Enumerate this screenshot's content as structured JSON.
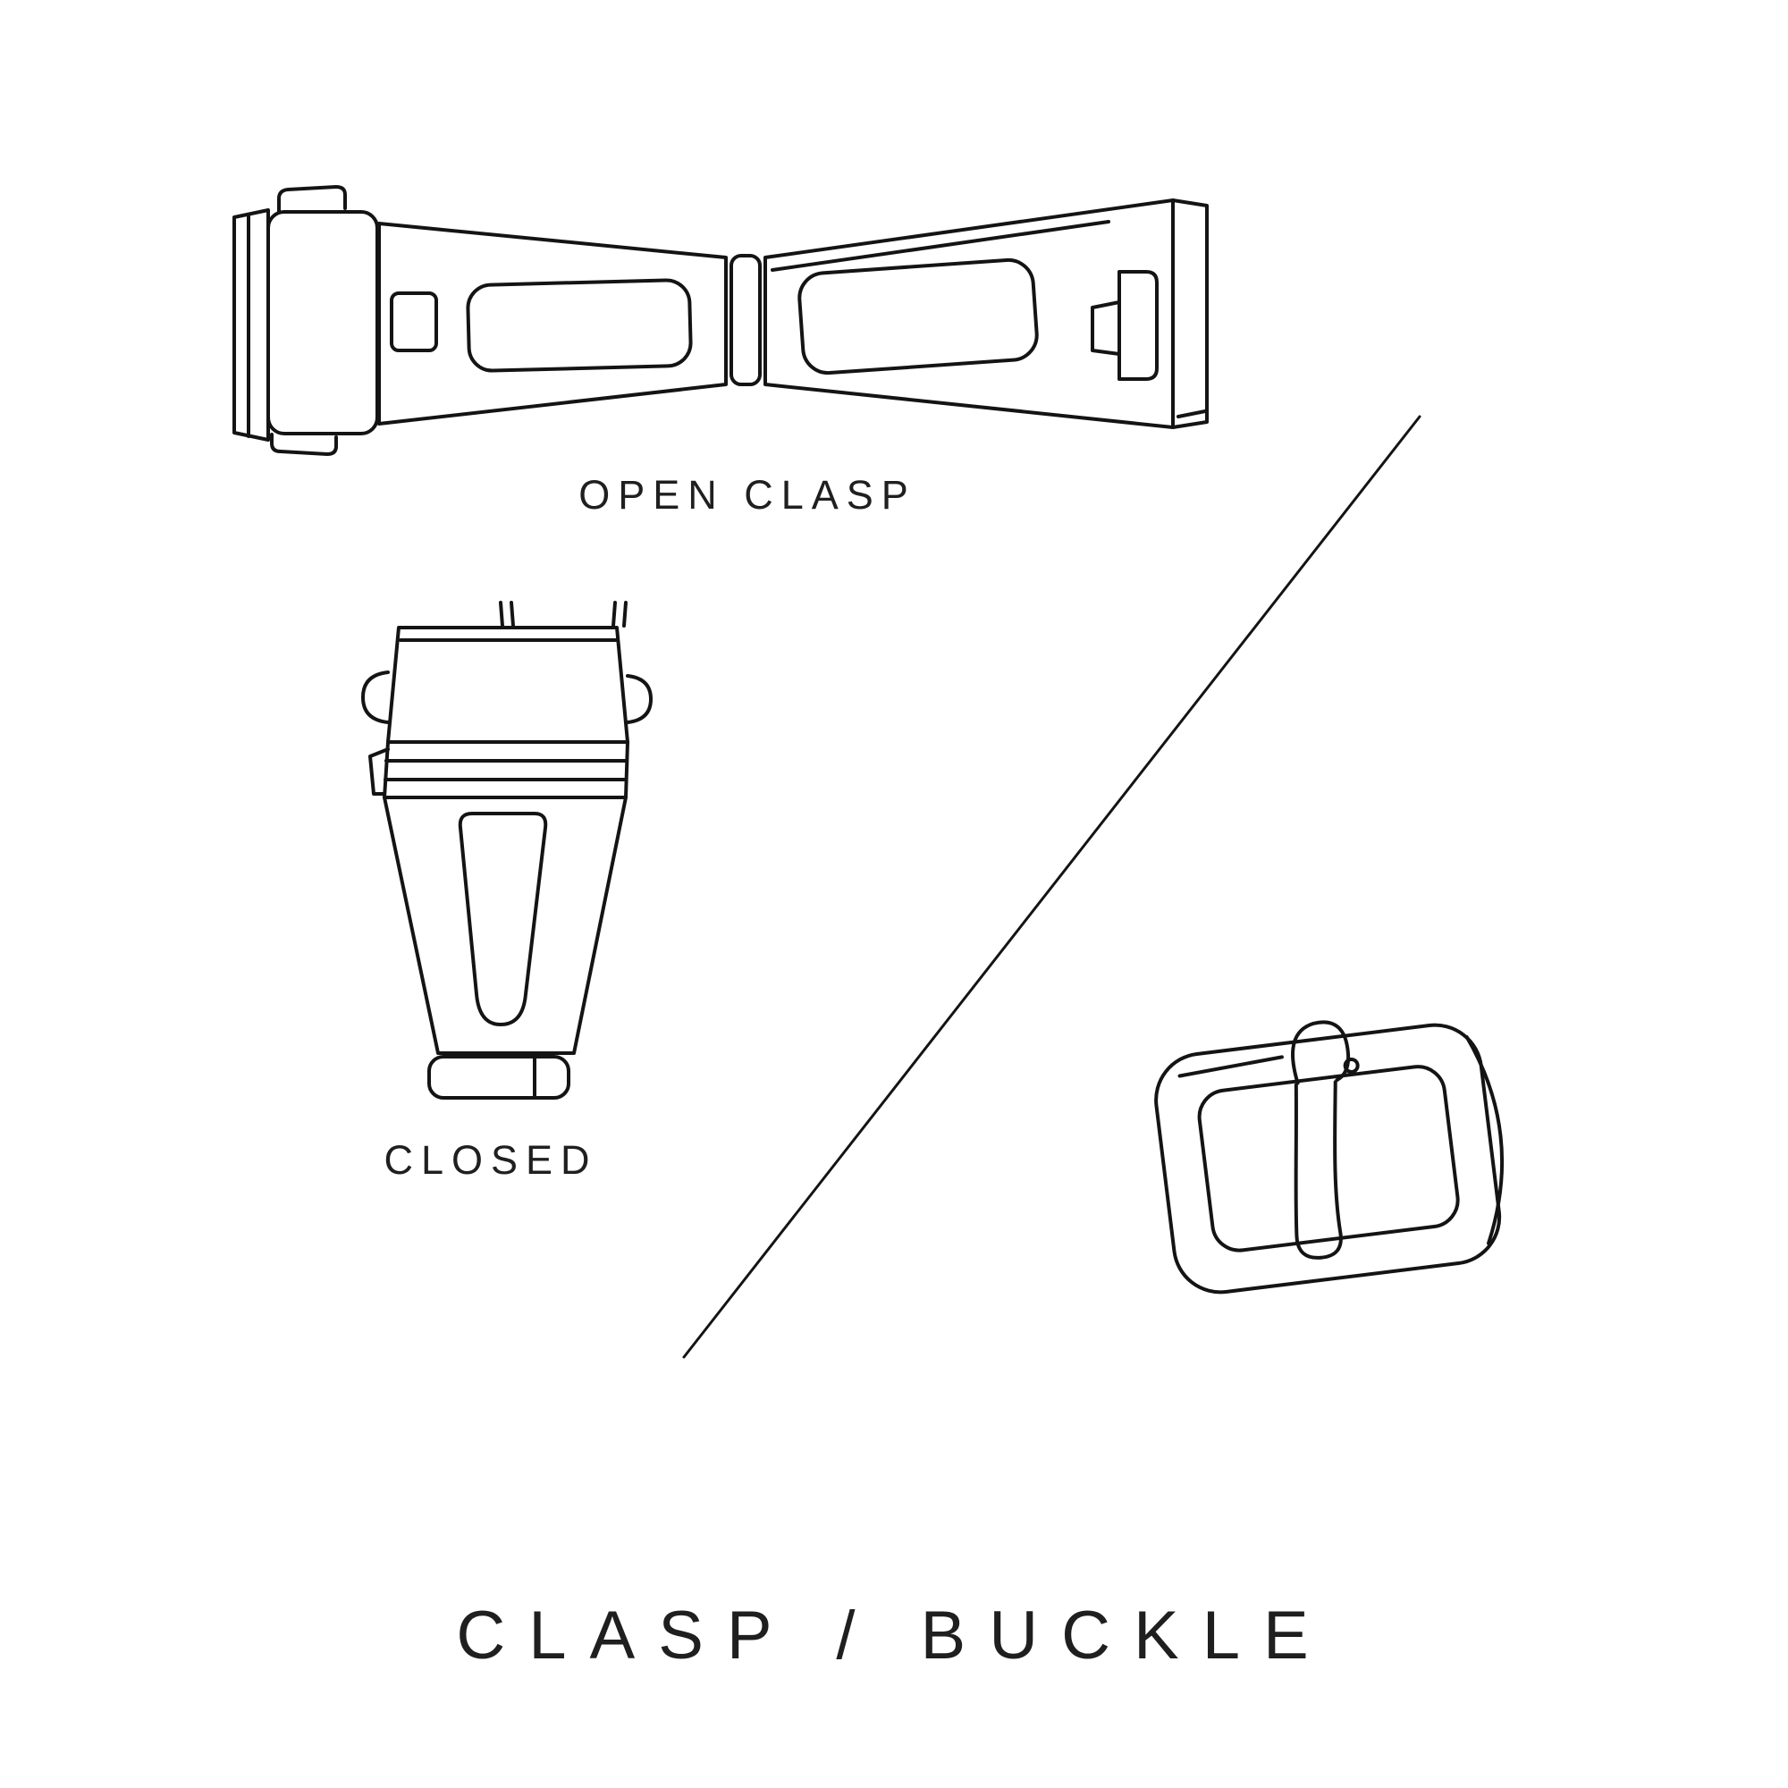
{
  "title": "CLASP / BUCKLE",
  "labels": {
    "open_clasp": "OPEN CLASP",
    "closed": "CLOSED"
  },
  "colors": {
    "line": "#141414",
    "text": "#1f1f1f",
    "background": "#ffffff"
  },
  "illustrations": [
    {
      "name": "open-clasp-illustration",
      "meaning": "deployant clasp shown open"
    },
    {
      "name": "closed-clasp-illustration",
      "meaning": "clasp shown closed"
    },
    {
      "name": "pin-buckle-illustration",
      "meaning": "pin buckle"
    },
    {
      "name": "diagonal-divider",
      "meaning": "separator line between clasp and buckle"
    }
  ]
}
